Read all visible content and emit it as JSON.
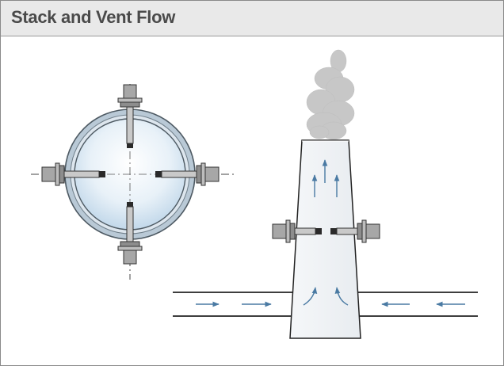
{
  "header": {
    "title": "Stack and Vent Flow"
  },
  "colors": {
    "header_bg": "#e9e9e9",
    "title_text": "#4a4a4a",
    "stack_fill": "#eef0f3",
    "pipe_interior": "#d7e7f3",
    "arrow": "#4a7aa3",
    "smoke": "#c7c7c7",
    "sensor_body": "#9b9b9b"
  },
  "icons": {
    "top_view": "flow-sensor-cross-section",
    "stack": "chimney-stack",
    "smoke": "smoke-plume",
    "flow_arrows": "flow-direction-arrow"
  }
}
